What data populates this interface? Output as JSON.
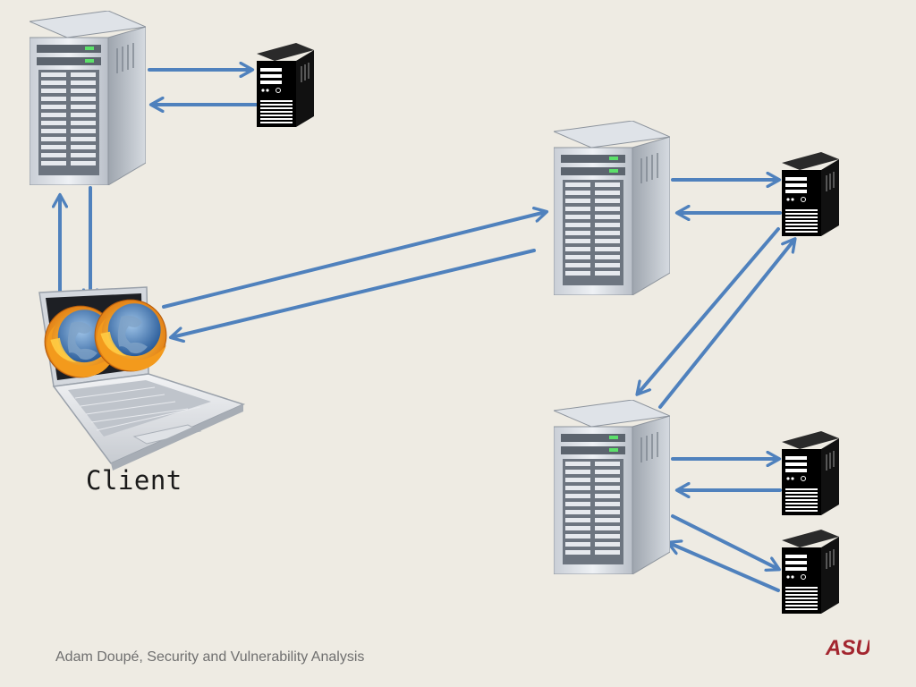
{
  "client_label": "Client",
  "footer": {
    "text": "Adam Doupé, Security and Vulnerability Analysis",
    "logo_text": "ASU"
  },
  "colors": {
    "background": "#eeebe3",
    "arrow": "#4f81bd",
    "logo": "#a3262f",
    "footer_text": "#6f6f6f"
  },
  "icons": {
    "web_server": "rack-server-icon",
    "backend_server": "tower-server-icon",
    "client": "laptop-icon",
    "browser": "firefox-icon"
  }
}
